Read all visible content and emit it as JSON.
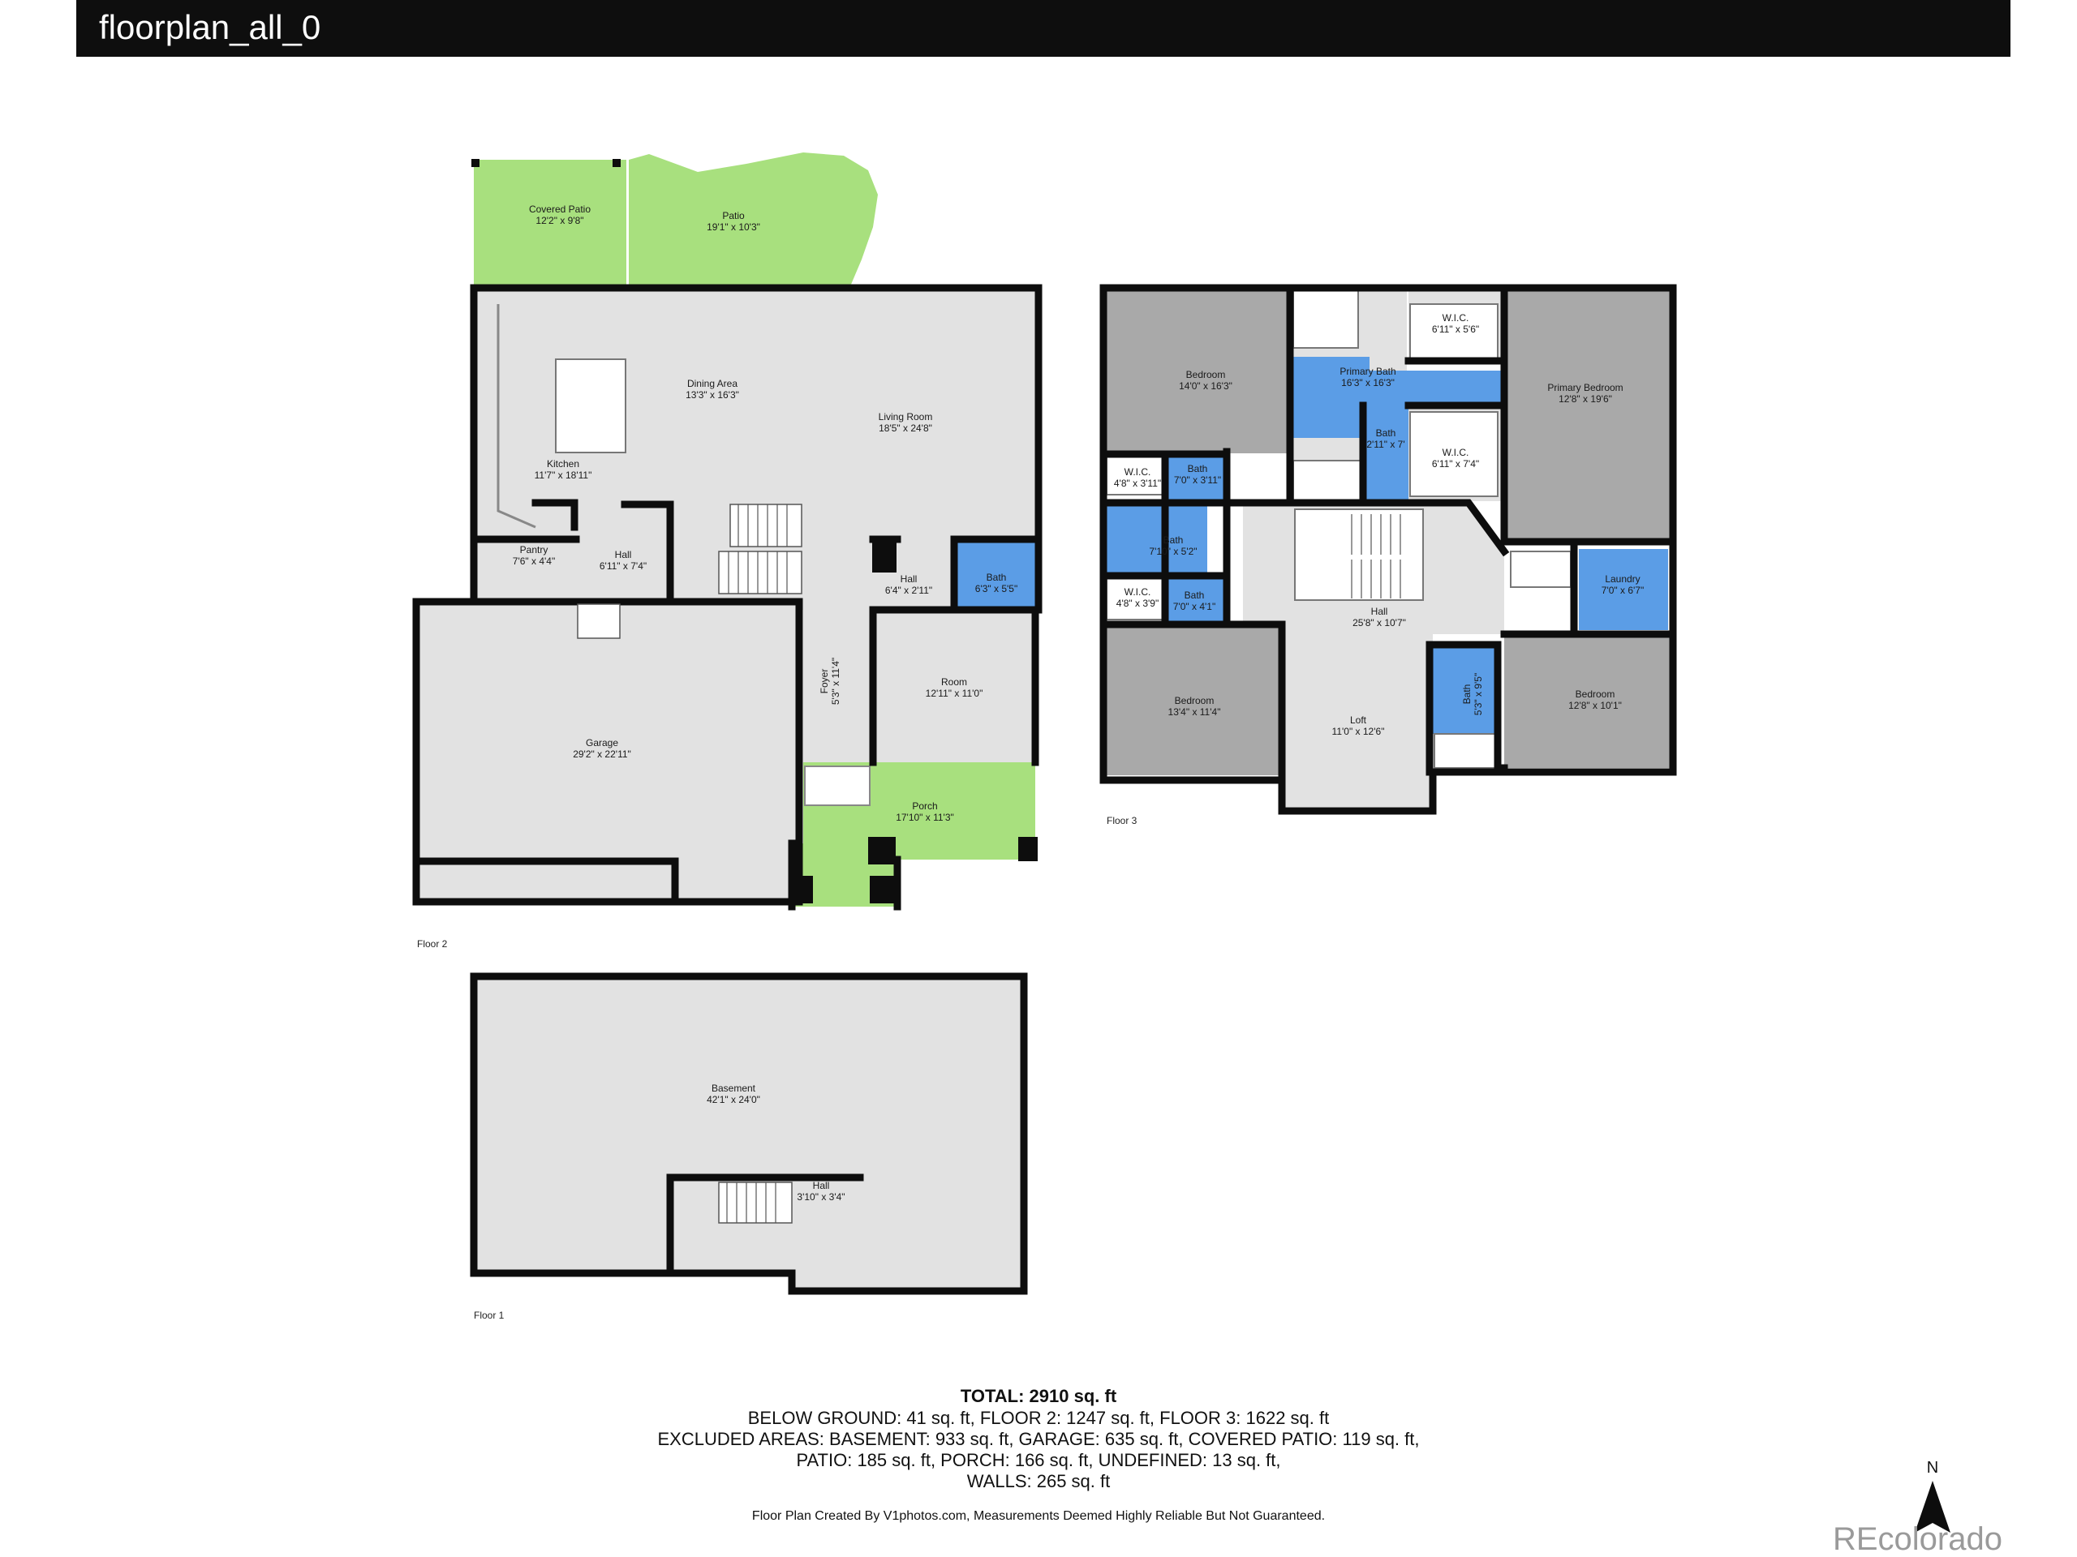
{
  "window": {
    "title": "floorplan_all_0"
  },
  "colors": {
    "wall": "#0d0d0d",
    "room_light": "#e2e2e2",
    "room_dark": "#a9a9a9",
    "bath": "#5b9de6",
    "outdoor": "#a8e07e",
    "brand": "#9a9a9a"
  },
  "floors": {
    "floor2": {
      "label": "Floor 2"
    },
    "floor3": {
      "label": "Floor 3"
    },
    "floor1": {
      "label": "Floor 1"
    }
  },
  "rooms": {
    "covered_patio": {
      "name": "Covered Patio",
      "dims": "12'2\" x 9'8\""
    },
    "patio": {
      "name": "Patio",
      "dims": "19'1\" x 10'3\""
    },
    "dining_area": {
      "name": "Dining Area",
      "dims": "13'3\" x 16'3\""
    },
    "living_room": {
      "name": "Living Room",
      "dims": "18'5\" x 24'8\""
    },
    "kitchen": {
      "name": "Kitchen",
      "dims": "11'7\" x 18'11\""
    },
    "pantry": {
      "name": "Pantry",
      "dims": "7'6\" x 4'4\""
    },
    "hall_f2a": {
      "name": "Hall",
      "dims": "6'11\" x 7'4\""
    },
    "hall_f2b": {
      "name": "Hall",
      "dims": "6'4\" x 2'11\""
    },
    "bath_f2": {
      "name": "Bath",
      "dims": "6'3\" x 5'5\""
    },
    "room_f2": {
      "name": "Room",
      "dims": "12'11\" x 11'0\""
    },
    "foyer": {
      "name": "Foyer",
      "dims": "5'3\" x 11'4\""
    },
    "garage": {
      "name": "Garage",
      "dims": "29'2\" x 22'11\""
    },
    "porch": {
      "name": "Porch",
      "dims": "17'10\" x 11'3\""
    },
    "bedroom_nw": {
      "name": "Bedroom",
      "dims": "14'0\" x 16'3\""
    },
    "primary_bath": {
      "name": "Primary Bath",
      "dims": "16'3\" x 16'3\""
    },
    "wic_top": {
      "name": "W.I.C.",
      "dims": "6'11\" x 5'6\""
    },
    "primary_bedroom": {
      "name": "Primary Bedroom",
      "dims": "12'8\" x 19'6\""
    },
    "bath_pb_small": {
      "name": "Bath",
      "dims": "2'11\" x 7'"
    },
    "wic_mid": {
      "name": "W.I.C.",
      "dims": "6'11\" x 7'4\""
    },
    "wic_left1": {
      "name": "W.I.C.",
      "dims": "4'8\" x 3'11\""
    },
    "bath_left1": {
      "name": "Bath",
      "dims": "7'0\" x 3'11\""
    },
    "bath_left2": {
      "name": "Bath",
      "dims": "7'10\" x 5'2\""
    },
    "wic_left2": {
      "name": "W.I.C.",
      "dims": "4'8\" x 3'9\""
    },
    "bath_left3": {
      "name": "Bath",
      "dims": "7'0\" x 4'1\""
    },
    "laundry": {
      "name": "Laundry",
      "dims": "7'0\" x 6'7\""
    },
    "hall_f3": {
      "name": "Hall",
      "dims": "25'8\" x 10'7\""
    },
    "bedroom_sw": {
      "name": "Bedroom",
      "dims": "13'4\" x 11'4\""
    },
    "loft": {
      "name": "Loft",
      "dims": "11'0\" x 12'6\""
    },
    "bath_f3_mid": {
      "name": "Bath",
      "dims": "5'3\" x 9'5\""
    },
    "bedroom_se": {
      "name": "Bedroom",
      "dims": "12'8\" x 10'1\""
    },
    "basement": {
      "name": "Basement",
      "dims": "42'1\" x 24'0\""
    },
    "hall_basement": {
      "name": "Hall",
      "dims": "3'10\" x 3'4\""
    }
  },
  "summary": {
    "total": "TOTAL: 2910 sq. ft",
    "line1": "BELOW GROUND: 41 sq. ft, FLOOR 2: 1247 sq. ft, FLOOR 3: 1622 sq. ft",
    "line2": "EXCLUDED AREAS: BASEMENT: 933 sq. ft, GARAGE: 635 sq. ft, COVERED PATIO: 119 sq. ft,",
    "line3": "PATIO: 185 sq. ft, PORCH: 166 sq. ft, UNDEFINED: 13 sq. ft,",
    "line4": "WALLS: 265 sq. ft",
    "disclaimer": "Floor Plan Created By V1photos.com, Measurements Deemed Highly Reliable But Not Guaranteed."
  },
  "compass": {
    "label": "N",
    "icon": "north-arrow-icon"
  },
  "brand": {
    "text": "REcolorado"
  }
}
